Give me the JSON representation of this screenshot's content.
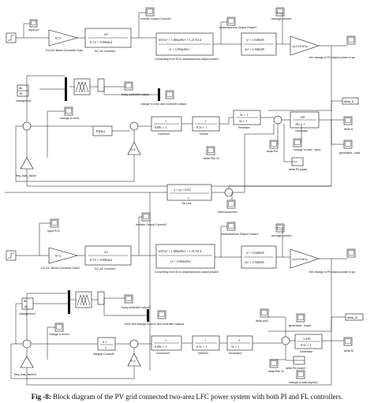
{
  "caption": {
    "fig": "Fig -8:",
    "text": " Block diagram of the PV grid connected two-area LFC power system with both PI and FL controllers."
  },
  "area1": {
    "input_pv": "input pvl",
    "gain": "97.5",
    "gain_label": "DC-DC Boost Converter Gain",
    "inverter_tf_num": "2s²",
    "inverter_tf_den": "0.7s² + 0.9064e4",
    "inverter_label": "DC-AC Inverter1",
    "inverter_out": "Inverter Output Current1",
    "conv_tf_num": "6351s³ + 1.884e09s² + 1.217e14",
    "conv_tf_den": "s⁴ + 3.904e05s³",
    "conv_label": "Converting from DI to instantaneous output power1",
    "inst_power": "Instantaneous Output Power1",
    "filter_tf_num": "s² + 3.948e05",
    "filter_tf_den": "2s² + 3.948e05",
    "avg_power": "average power1",
    "fcn": "1/(1*10^5*s)",
    "pv_change": "the change in PV output power in pu",
    "fuzzy_out": "fuzzy controller output",
    "err_change": "change in error and controller output",
    "change_err": "changeerror",
    "change_in_error": "change in error",
    "pid": "PID(s)",
    "freq_bias": "freq_bias_factor",
    "neg": "-0.2",
    "gov_num": "1",
    "gov_den": "0.08s + 1",
    "gov_label": "Governor",
    "tur_num": "1",
    "tur_den": "0.3s + 1",
    "tur_label": "Turbine",
    "reh_num": "3s + 1",
    "reh_den": "5s + 1",
    "reh_label": "Reheater",
    "gen_num": "120",
    "gen_den": "20s + 1",
    "gen_label": "Generator",
    "delta_f": "delta f1",
    "delta_pm": "delta Pm",
    "gen_load": "generated - load",
    "load_change": "change in load - input",
    "delta_pd": "delta Pd (load)",
    "delta_ptie": "delta Ptie 12",
    "delta_freq": "delta_f1"
  },
  "tie": {
    "tf_num": "2 × pi × 0.03",
    "tf_den": "s",
    "label": "Tie Line",
    "interconnection": "Interconnection"
  },
  "area2": {
    "input_pv": "input PV2",
    "gain": "97.5",
    "gain_label": "DC-DC Boost Converter Gain2",
    "inverter_tf_num": "2s²",
    "inverter_tf_den": "0.7s² + 0.9064e4",
    "inverter_label": "DC-AC Inverter2",
    "inverter_out": "Inverter Output Current2",
    "conv_tf_num": "6351s³ + 1.884e09s² + 1.217e14",
    "conv_tf_den": "s⁴ + 3.904e05s³",
    "conv_label": "Converting from DI to instantaneous output power2",
    "inst_power": "Instantaneous Output Power2",
    "filter_tf_num": "s² + 3.948e05",
    "filter_tf_den": "2s² + 3.948e05",
    "avg_power": "average power2",
    "fcn": "1/(1*10^5*s)",
    "pv_change": "the change in PV output power in pu",
    "fuzzy_out": "fuzzy controller output1",
    "err_change": "error and change in error and controller output1",
    "change_err": "changeerror1",
    "change_in_error": "change in error1",
    "int_num": "0.1",
    "int_den": "s",
    "int_label": "Integral Control2",
    "freq_bias": "freq_bias_factor3",
    "neg": "-0.2",
    "gov_num": "1",
    "gov_den": "0.08s + 1",
    "gov_label": "Governor2",
    "tur_num": "1",
    "tur_den": "0.3s + 1",
    "tur_label": "Turbine2",
    "reh_num": "3",
    "reh_den": "5s + 1",
    "reh_label": "Reheater2",
    "gen_num": "1.428",
    "gen_den": "0.5s + 1",
    "gen_label": "Generator",
    "delta_pm": "delta pm2",
    "gen_load": "generated - load2",
    "load_change": "change in load (input)2",
    "delta_pd": "delta Pd (load)2",
    "delta_ptie": "delta Ptie 12",
    "delta_freq": "delta f2",
    "delta_f_out": "delta_f2"
  }
}
